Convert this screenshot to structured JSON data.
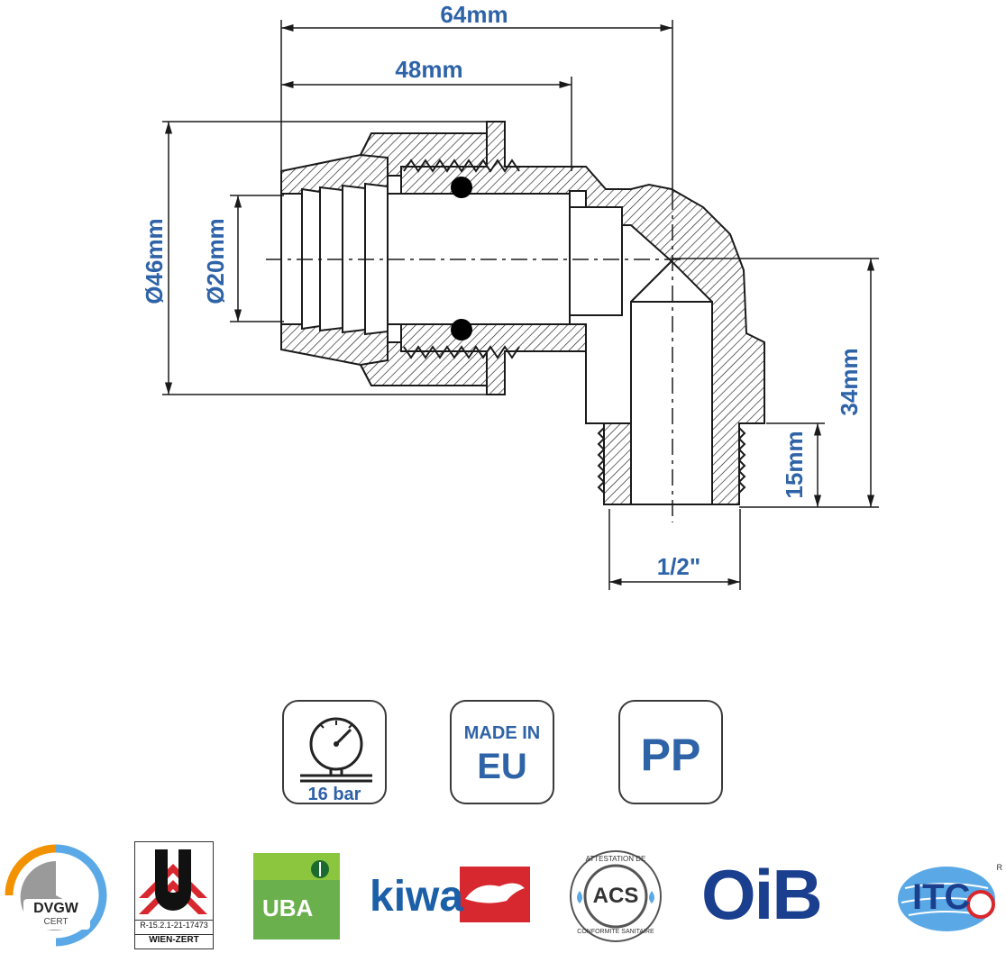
{
  "dimensions": {
    "overall_length": "64mm",
    "body_length": "48mm",
    "outer_diameter": "Ø46mm",
    "pipe_diameter": "Ø20mm",
    "height": "34mm",
    "thread_length": "15mm",
    "thread_size": "1/2\""
  },
  "badges": {
    "pressure": {
      "icon": "pressure-gauge-icon",
      "label": "16 bar"
    },
    "origin": {
      "line1": "MADE IN",
      "line2": "EU"
    },
    "material": {
      "label": "PP"
    }
  },
  "certifications": {
    "dvgw": {
      "name": "DVGW",
      "sub": "CERT"
    },
    "wien_zert": {
      "code": "R-15.2.1-21-17473",
      "name": "WIEN-ZERT"
    },
    "uba": {
      "name": "UBA"
    },
    "kiwa": {
      "name": "kiwa"
    },
    "acs": {
      "name": "ACS",
      "ring_top": "ATTESTATION DE",
      "ring_bottom": "CONFORMITÉ SANITAIRE"
    },
    "oib": {
      "name": "OiB"
    },
    "itc": {
      "name": "ITC",
      "mark": "R"
    }
  },
  "colors": {
    "dimension_blue": "#2e63a8",
    "line": "#1a1a1a"
  }
}
